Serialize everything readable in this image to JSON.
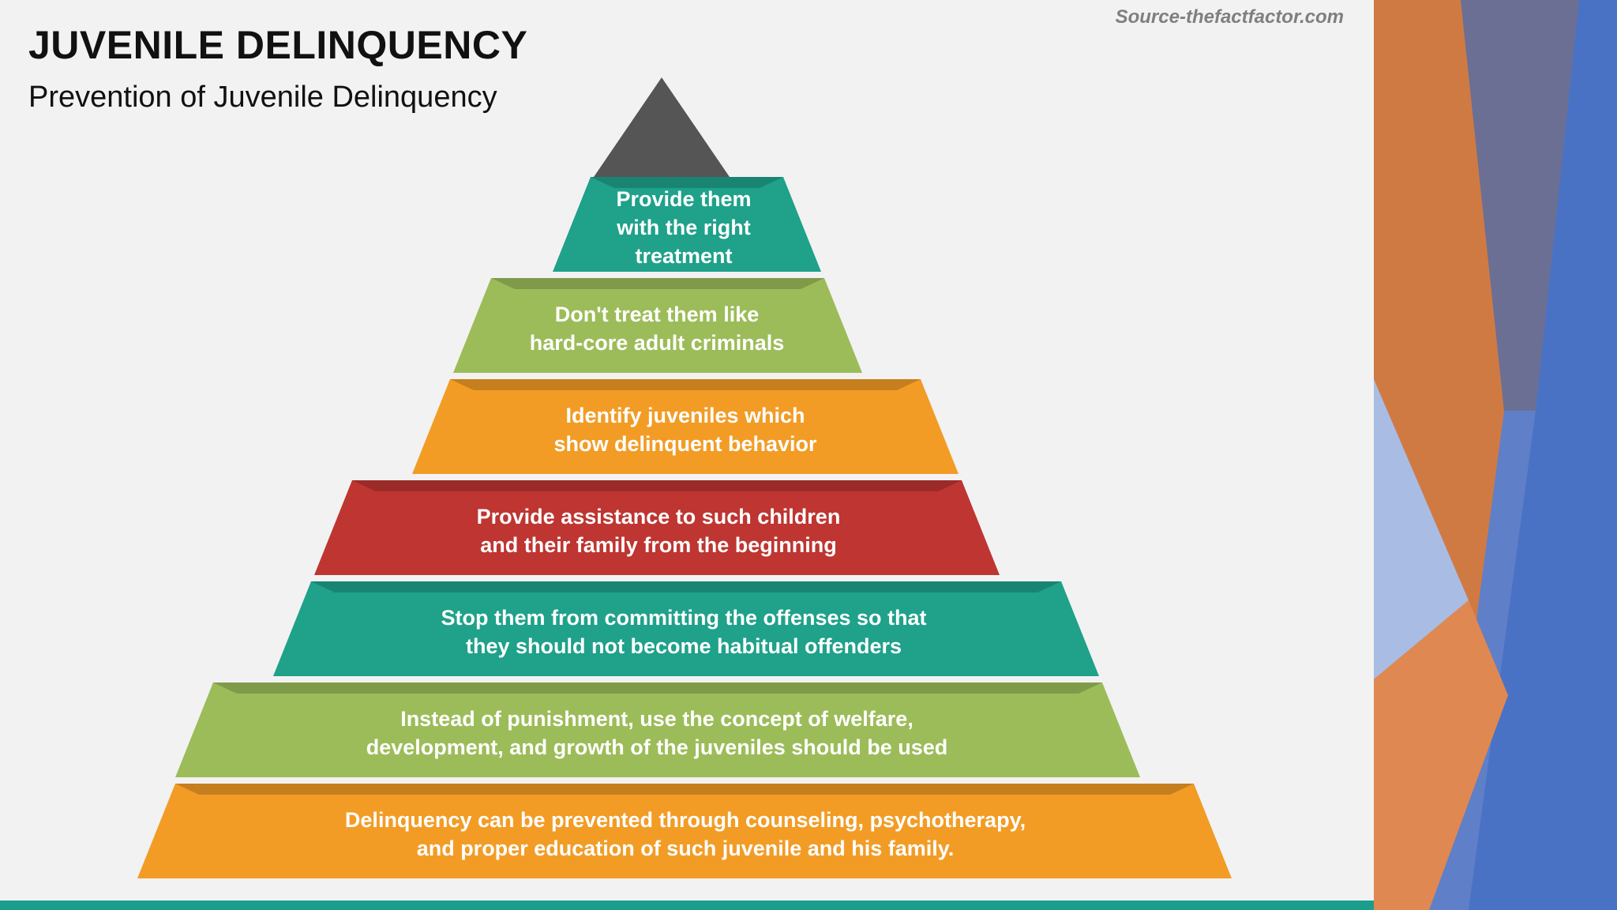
{
  "slide": {
    "title": "JUVENILE DELINQUENCY",
    "subtitle": "Prevention of Juvenile Delinquency",
    "source": "Source-thefactfactor.com"
  },
  "pyramid": {
    "apex_color": "#555555",
    "levels": [
      {
        "lines": [
          "Provide them",
          "with the right",
          "treatment"
        ],
        "color": "#1fa18a"
      },
      {
        "lines": [
          "Don't treat them like",
          "hard-core adult criminals"
        ],
        "color": "#9cbc59"
      },
      {
        "lines": [
          "Identify juveniles which",
          "show delinquent behavior"
        ],
        "color": "#f29c26"
      },
      {
        "lines": [
          "Provide assistance to such children",
          "and their family from the beginning"
        ],
        "color": "#be3531"
      },
      {
        "lines": [
          "Stop them from committing the offenses so that",
          "they should not become habitual offenders"
        ],
        "color": "#1fa18a"
      },
      {
        "lines": [
          "Instead of punishment, use the concept of welfare,",
          "development, and growth of the juveniles should be used"
        ],
        "color": "#9cbc59"
      },
      {
        "lines": [
          "Delinquency can be prevented through counseling, psychotherapy,",
          "and proper education of such juvenile and his family."
        ],
        "color": "#f29c26"
      }
    ]
  },
  "decoration": {
    "colors": [
      "#d07a43",
      "#6b6f93",
      "#4a72c4",
      "#a9bce3",
      "#e08852"
    ]
  }
}
